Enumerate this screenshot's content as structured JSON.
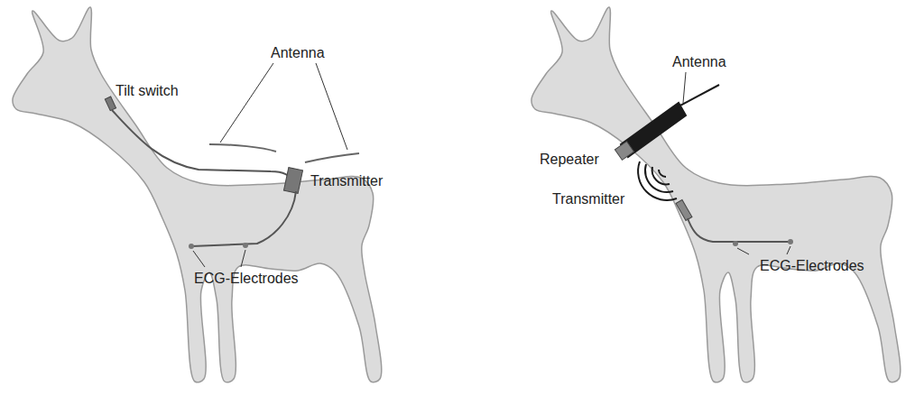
{
  "diagram": {
    "labels": [
      "Tilt switch",
      "Antenna",
      "Transmitter",
      "ECG-Electrodes",
      "Antenna",
      "Repeater",
      "Transmitter",
      "ECG-Electrodes"
    ]
  }
}
